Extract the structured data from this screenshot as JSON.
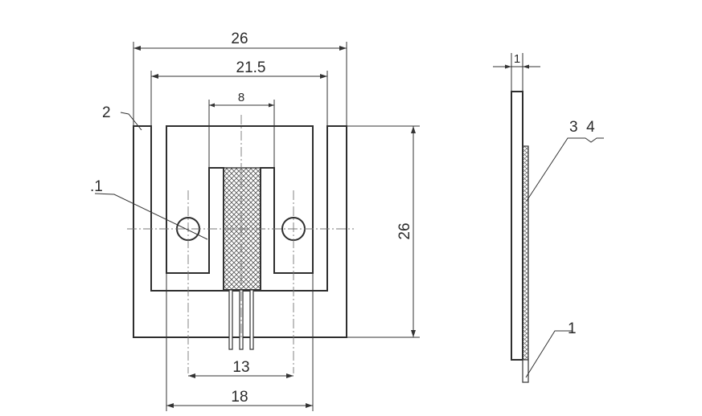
{
  "dimensions": {
    "overall_width": "26",
    "inner_width": "21.5",
    "grid_width": "8",
    "overall_height": "26",
    "hole_spacing": "13",
    "lower_width": "18",
    "thickness": "1"
  },
  "callouts": {
    "part_2": "2",
    "part_1_1": ".1",
    "part_3_4": "3  4",
    "part_1": "1"
  }
}
